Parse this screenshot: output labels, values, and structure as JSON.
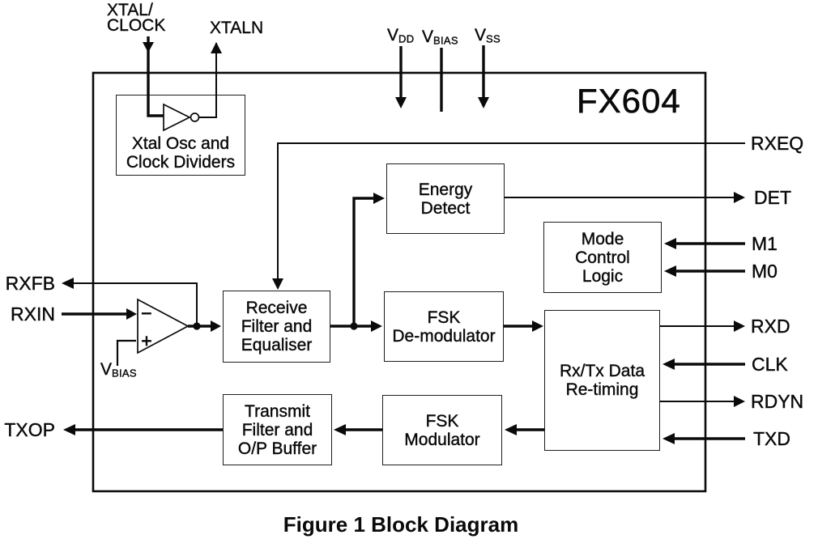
{
  "figure": {
    "chip_name": "FX604",
    "caption": "Figure 1 Block Diagram"
  },
  "colors": {
    "ink": "#0a0a0a",
    "background": "#ffffff"
  },
  "blocks": {
    "xtal_osc": "Xtal Osc and\nClock Dividers",
    "energy_detect": "Energy\nDetect",
    "mode_control": "Mode\nControl\nLogic",
    "receive_filter": "Receive\nFilter and\nEqualiser",
    "fsk_demodulator": "FSK\nDe-modulator",
    "rxtx_retiming": "Rx/Tx Data\nRe-timing",
    "transmit_filter": "Transmit\nFilter and\nO/P Buffer",
    "fsk_modulator": "FSK\nModulator"
  },
  "pins": {
    "xtal_clock": "XTAL/\nCLOCK",
    "xtaln": "XTALN",
    "vdd": {
      "base": "V",
      "sub": "DD"
    },
    "vbias_top": {
      "base": "V",
      "sub": "BIAS"
    },
    "vss": {
      "base": "V",
      "sub": "SS"
    },
    "rxeq": "RXEQ",
    "det": "DET",
    "m1": "M1",
    "m0": "M0",
    "rxd": "RXD",
    "clk": "CLK",
    "rdyn": "RDYN",
    "txd": "TXD",
    "rxfb": "RXFB",
    "rxin": "RXIN",
    "txop": "TXOP",
    "vbias_opamp": {
      "base": "V",
      "sub": "BIAS"
    }
  },
  "opamp": {
    "inverting_input": "−",
    "noninverting_input": "+"
  }
}
